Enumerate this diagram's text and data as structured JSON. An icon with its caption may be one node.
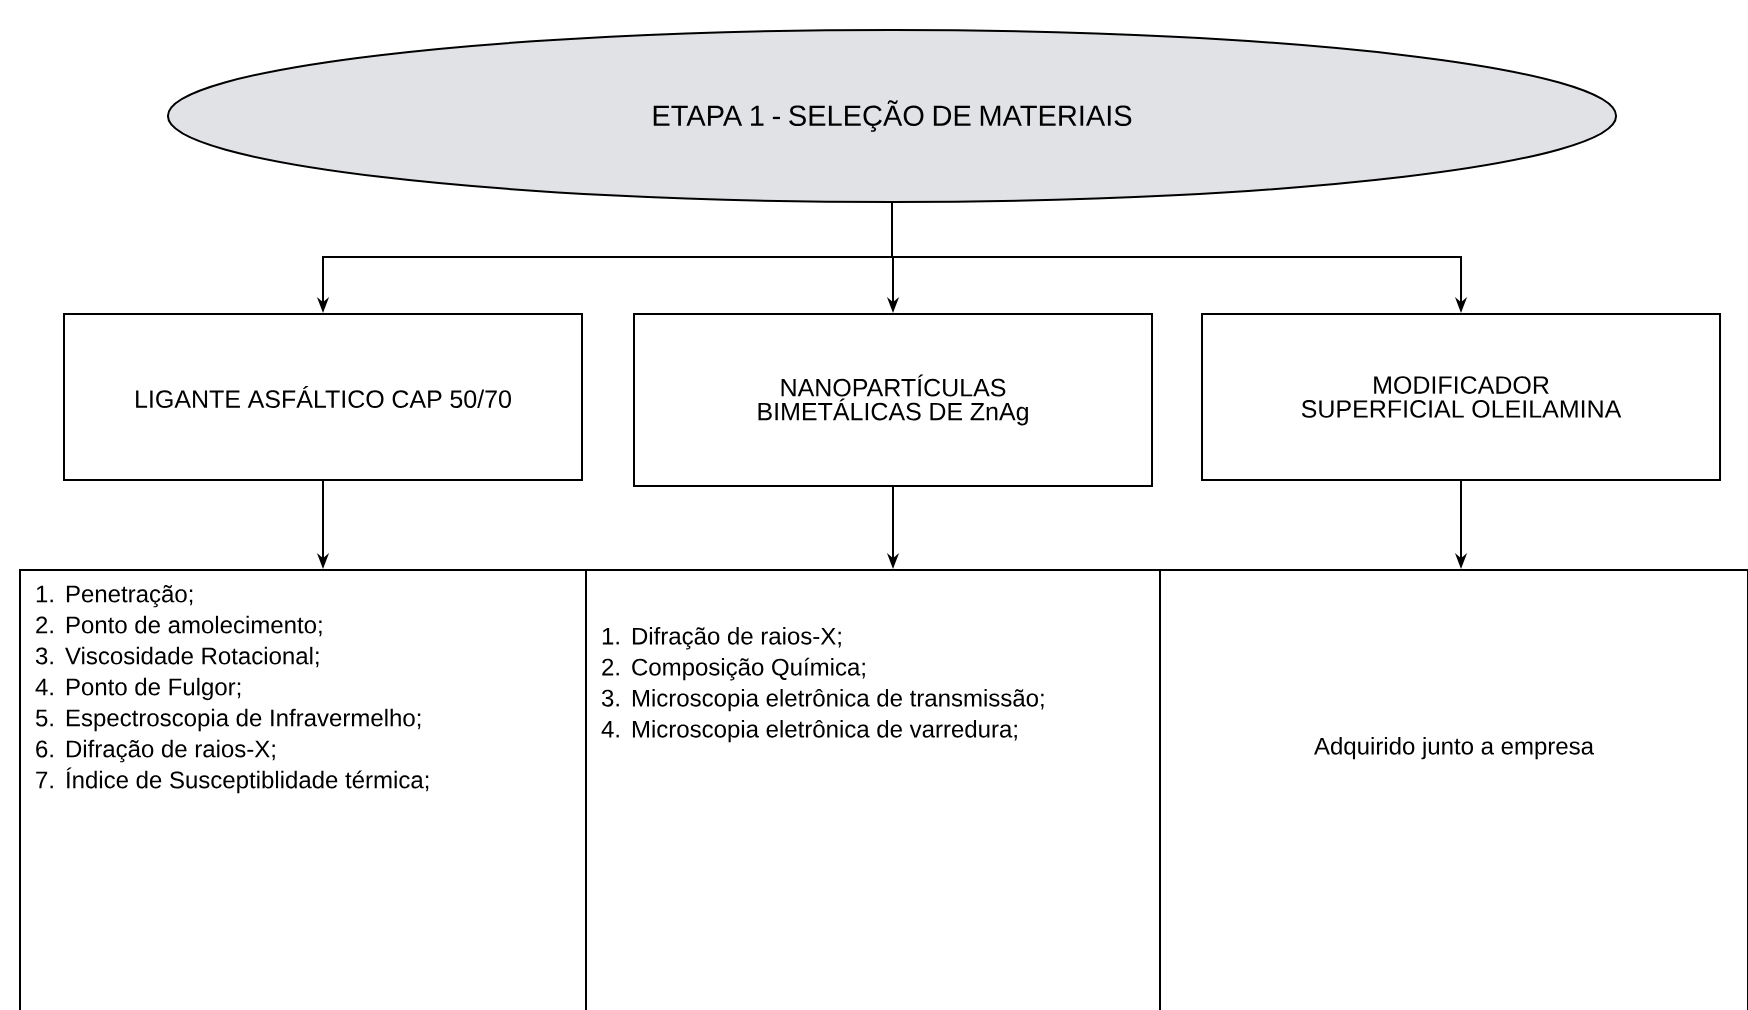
{
  "diagram": {
    "nodes": [
      {
        "text": [
          "ETAPA 1 - SELEÇÃO DE MATERIAIS"
        ]
      },
      {
        "text": [
          "LIGANTE ASFÁLTICO CAP 50/70"
        ]
      },
      {
        "text": [
          "NANOPARTÍCULAS BIMETÁLICAS DE ZnAg"
        ]
      },
      {
        "text": [
          "MODIFICADOR SUPERFICIAL OLEILAMINA"
        ]
      },
      {
        "text": [
          "1. Penetração;",
          "2. Ponto de amolecimento;",
          "3. Viscosidade Rotacional;",
          "4. Ponto de Fulgor;",
          "5. Espectroscopia de Infravermelho;",
          "6. Difração de raios-X;",
          "7. Índice de Susceptiblidade térmica;"
        ]
      },
      {
        "text": [
          "1. Difração de raios-X;",
          "2. Composição Química;",
          "3. Microscopia eletrônica de transmissão;",
          "4. Microscopia eletrônica de varredura;"
        ]
      },
      {
        "text": [
          "Adquirido junto a empresa"
        ]
      }
    ],
    "edges": [
      {
        "from": 0,
        "to": 1,
        "arrow": "to"
      },
      {
        "from": 0,
        "to": 2,
        "arrow": "to"
      },
      {
        "from": 0,
        "to": 3,
        "arrow": "to"
      },
      {
        "from": 1,
        "to": 4,
        "arrow": "to"
      },
      {
        "from": 2,
        "to": 5,
        "arrow": "to"
      },
      {
        "from": 3,
        "to": 6,
        "arrow": "to"
      }
    ]
  }
}
